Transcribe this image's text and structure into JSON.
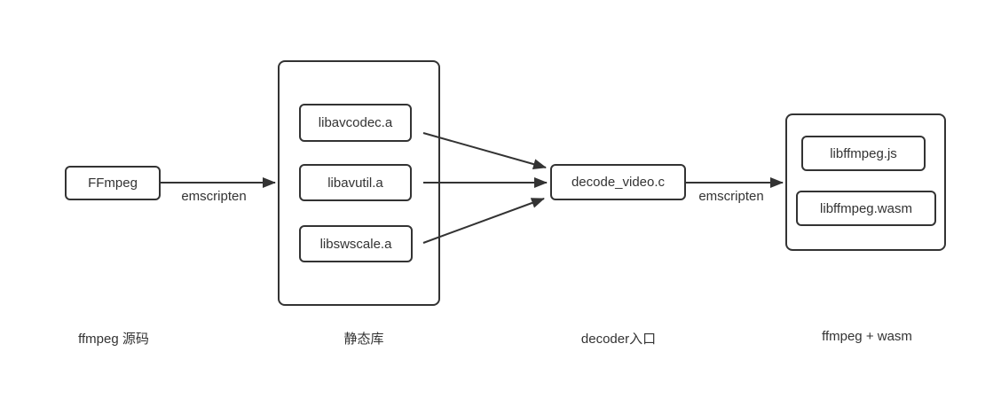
{
  "diagram": {
    "background_color": "#ffffff",
    "stroke_color": "#333333",
    "text_color": "#333333",
    "nodes": {
      "ffmpeg_source": {
        "label": "FFmpeg"
      },
      "libavcodec": {
        "label": "libavcodec.a"
      },
      "libavutil": {
        "label": "libavutil.a"
      },
      "libswscale": {
        "label": "libswscale.a"
      },
      "decode_video": {
        "label": "decode_video.c"
      },
      "libffmpeg_js": {
        "label": "libffmpeg.js"
      },
      "libffmpeg_wasm": {
        "label": "libffmpeg.wasm"
      }
    },
    "edge_labels": {
      "emscripten_left": "emscripten",
      "emscripten_right": "emscripten"
    },
    "captions": {
      "ffmpeg_source": "ffmpeg 源码",
      "static_libs": "静态库",
      "decoder_entry": "decoder入口",
      "ffmpeg_wasm": "ffmpeg + wasm"
    }
  }
}
